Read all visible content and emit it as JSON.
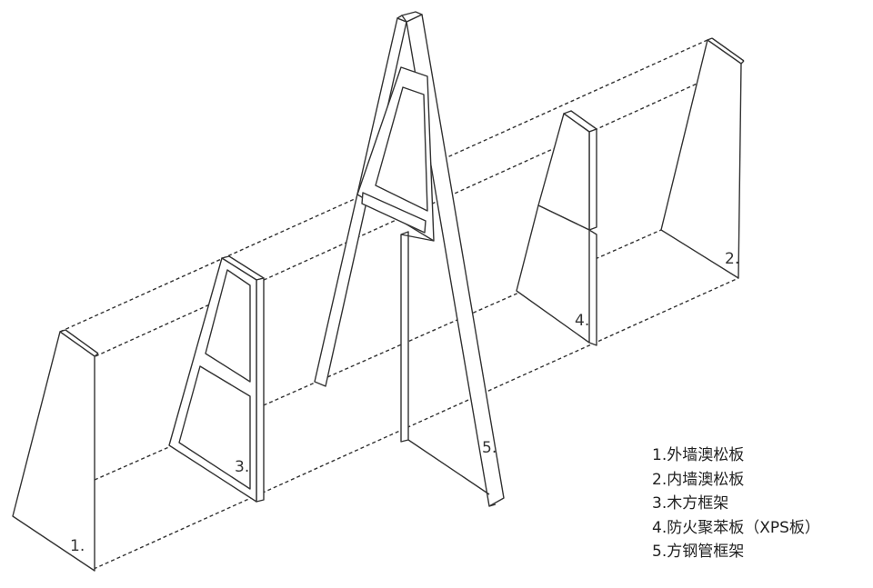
{
  "callouts": {
    "one": "1.",
    "two": "2.",
    "three": "3.",
    "four": "4.",
    "five": "5."
  },
  "legend": {
    "items": [
      "1.外墙澳松板",
      "2.内墙澳松板",
      "3.木方框架",
      "4.防火聚苯板（XPS板）",
      "5.方钢管框架"
    ]
  },
  "colors": {
    "line": "#333333",
    "dashed": "#333333",
    "background": "#ffffff"
  }
}
